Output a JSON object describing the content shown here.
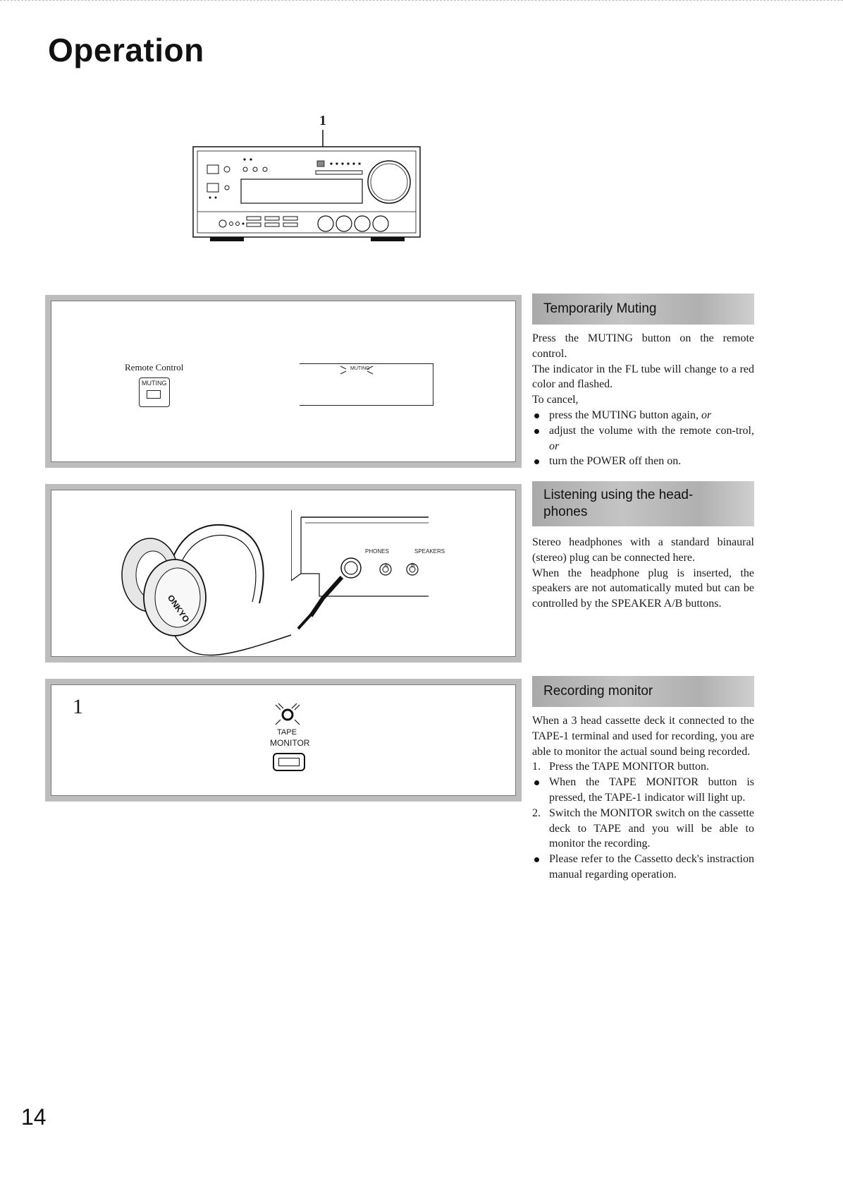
{
  "page": {
    "title": "Operation",
    "number": "14"
  },
  "front_panel": {
    "callout": "1"
  },
  "muting_panel": {
    "remote_label": "Remote Control",
    "button_label": "MUTING",
    "display_label": "MUTING"
  },
  "headphones_panel": {
    "phones_label": "PHONES",
    "speakers_label": "SPEAKERS",
    "speaker_a": "A",
    "speaker_b": "B",
    "brand": "ONKYO"
  },
  "recording_panel": {
    "step": "1",
    "tape_label": "TAPE",
    "monitor_label": "MONITOR"
  },
  "sections": {
    "muting": {
      "header": "Temporarily Muting",
      "p1": "Press the MUTING button on the remote control.",
      "p2": "The indicator in the FL tube will change to a red color and flashed.",
      "p3": "To cancel,",
      "b1": "press the MUTING button again,",
      "b1_or": "or",
      "b2": "adjust the volume with the remote con-trol,",
      "b2_or": "or",
      "b3": "turn the POWER off then on."
    },
    "headphones": {
      "header_line1": "Listening using the head-",
      "header_line2": "phones",
      "p1": "Stereo headphones with a standard binaural (stereo) plug can be connected here.",
      "p2": "When the headphone plug is inserted, the speakers are not automatically muted but can be controlled by the SPEAKER A/B buttons."
    },
    "recording": {
      "header": "Recording monitor",
      "p1": "When a 3 head cassette deck it connected to the TAPE-1 terminal and used for recording, you are able to monitor the actual sound being recorded.",
      "n1_num": "1.",
      "n1": "Press the TAPE MONITOR button.",
      "b1": "When the TAPE MONITOR button is pressed, the TAPE-1 indicator will light up.",
      "n2_num": "2.",
      "n2": "Switch the MONITOR switch on the cassette deck to TAPE and you will be able to monitor the recording.",
      "b2": "Please refer to the Cassetto deck's instraction manual regarding operation."
    }
  }
}
